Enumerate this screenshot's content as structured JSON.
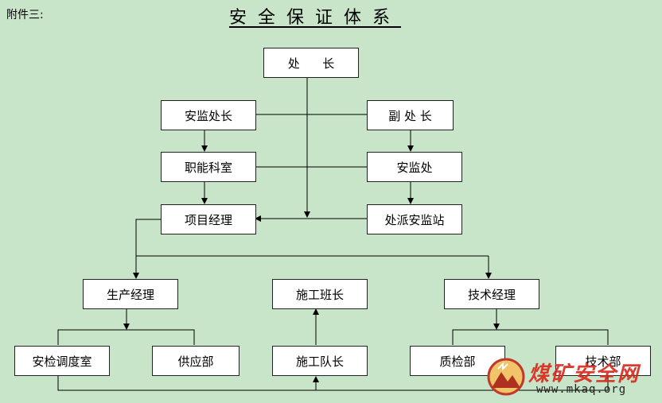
{
  "page": {
    "attachment_label": "附件三:",
    "title": "安全保证体系",
    "background_color": "#c9e5c9"
  },
  "nodes": {
    "chief": "处      长",
    "safety_chief": "安监处长",
    "deputy_chief": "副 处 长",
    "functional_office": "职能科室",
    "safety_office": "安监处",
    "project_manager": "项目经理",
    "dispatched_station": "处派安监站",
    "production_manager": "生产经理",
    "team_leader": "施工班长",
    "technical_manager": "技术经理",
    "safety_dispatch_room": "安检调度室",
    "supply_dept": "供应部",
    "construction_captain": "施工队长",
    "quality_dept": "质检部",
    "technical_dept": "技术部"
  },
  "watermark": {
    "brand_text": "煤矿安全网",
    "url": "www.mkaq.org"
  }
}
